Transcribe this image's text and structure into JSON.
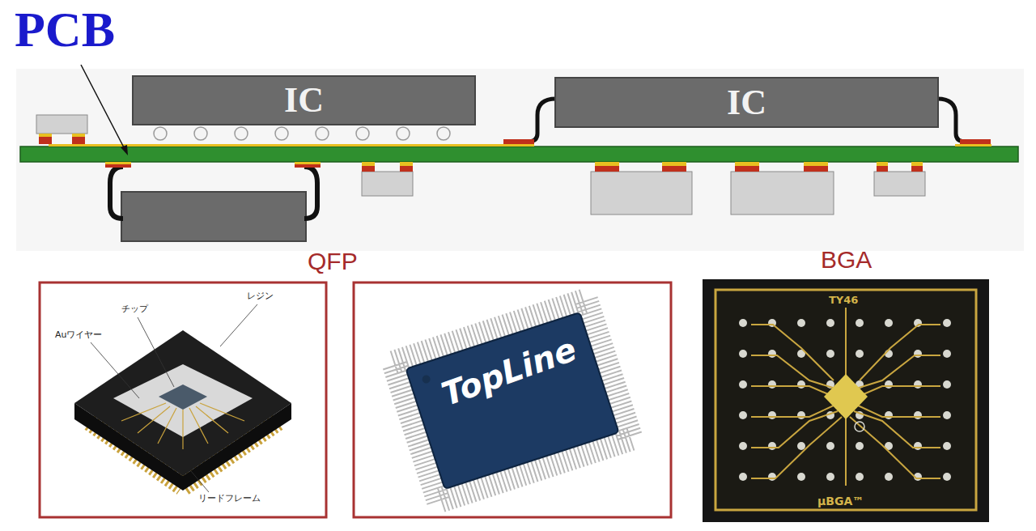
{
  "diagram": {
    "nodes": [
      {
        "text": [
          "IC"
        ]
      },
      {
        "text": [
          "IC"
        ]
      }
    ],
    "labels": [
      "PCB",
      "QFP",
      "BGA",
      "チップ",
      "レジン",
      "Auワイヤー",
      "リードフレーム",
      "TopLine",
      "TY46",
      "μBGA™"
    ]
  }
}
